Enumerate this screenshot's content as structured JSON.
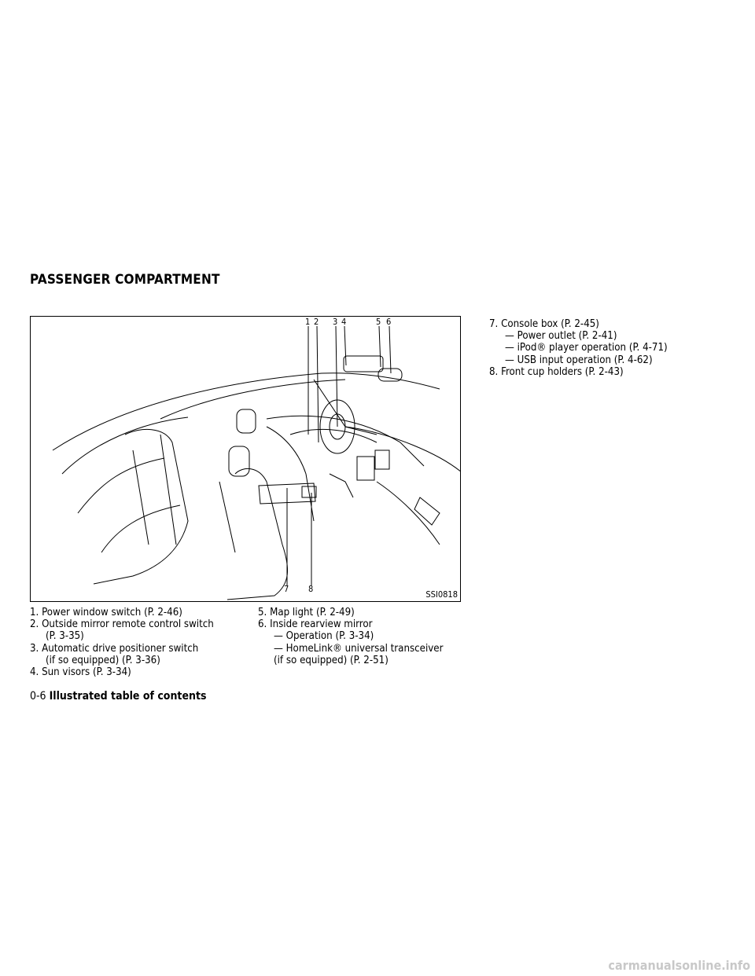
{
  "section_title": "PASSENGER COMPARTMENT",
  "figure": {
    "code": "SSI0818",
    "callouts": [
      "1",
      "2",
      "3",
      "4",
      "5",
      "6",
      "7",
      "8"
    ]
  },
  "col1": [
    "1. Power window switch (P. 2-46)",
    "2. Outside mirror remote control switch",
    "(P. 3-35)",
    "3. Automatic drive positioner switch",
    "(if so equipped) (P. 3-36)",
    "4. Sun visors (P. 3-34)"
  ],
  "col2": [
    "5. Map light (P. 2-49)",
    "6. Inside rearview mirror",
    "— Operation (P. 3-34)",
    "— HomeLink® universal transceiver",
    "(if so equipped) (P. 2-51)"
  ],
  "col3": [
    "7. Console box (P. 2-45)",
    "— Power outlet (P. 2-41)",
    "— iPod® player operation (P. 4-71)",
    "— USB input operation (P. 4-62)",
    "8. Front cup holders (P. 2-43)"
  ],
  "footer": {
    "page": "0-6",
    "title": "Illustrated table of contents"
  },
  "watermark": "carmanualsonline.info"
}
